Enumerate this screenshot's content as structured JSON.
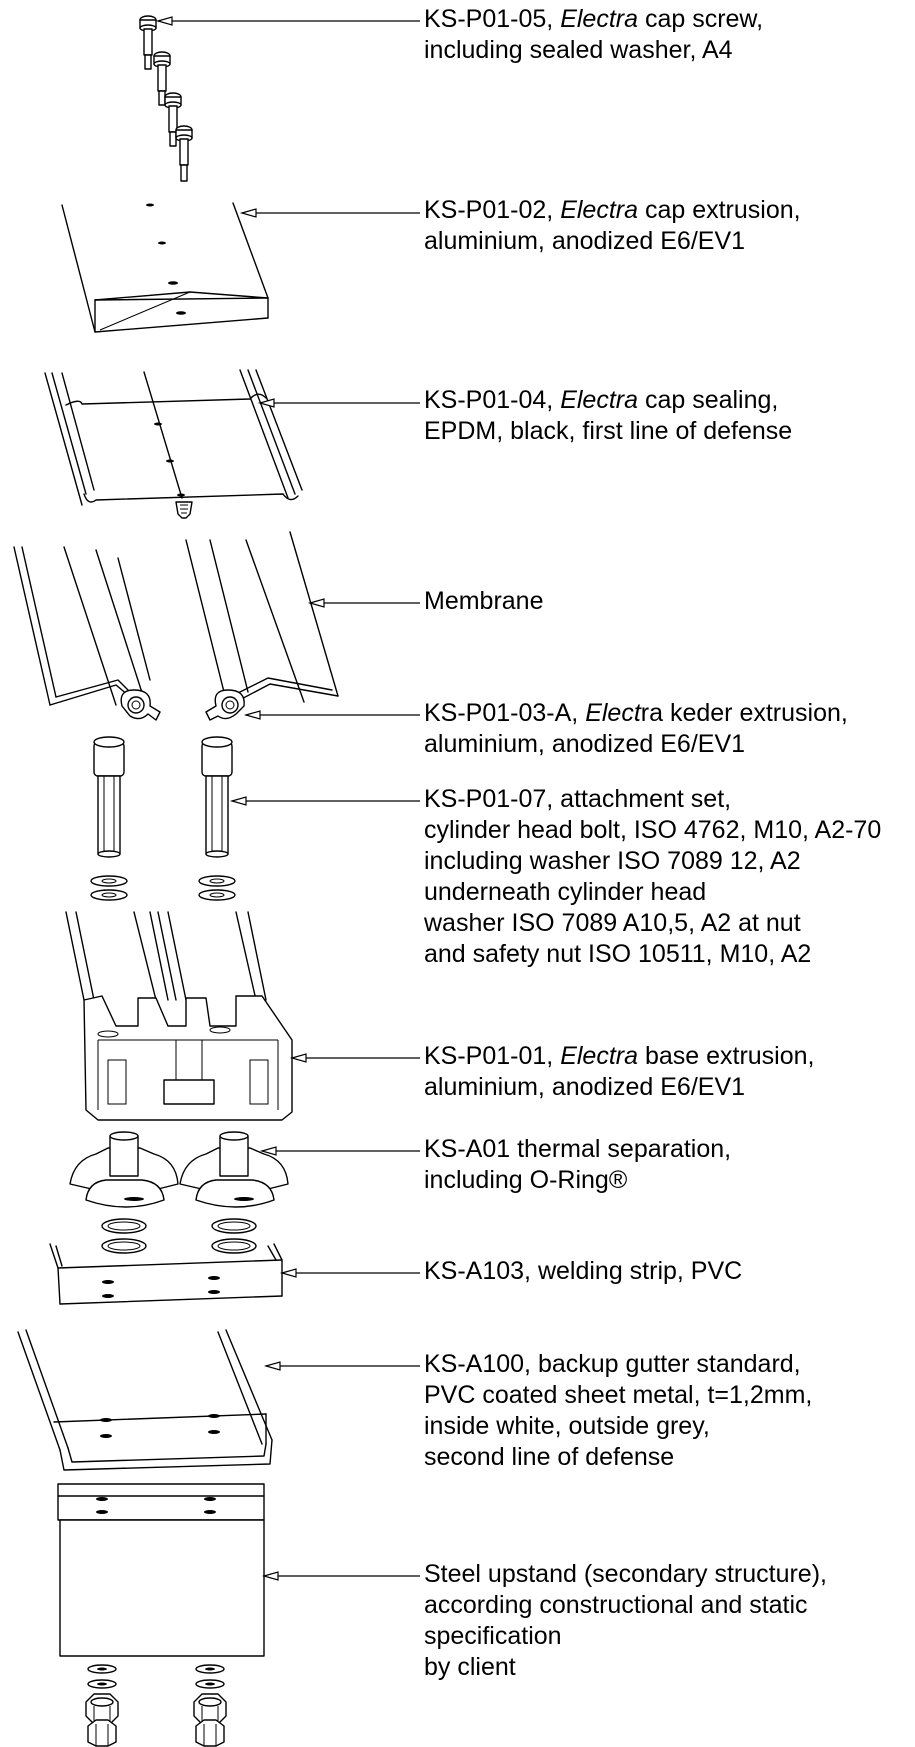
{
  "callouts": [
    {
      "id": "cap-screw",
      "pre": "KS-P01-05, ",
      "em": "Electra",
      "post": " cap screw,",
      "lines": [
        "including sealed washer, A4"
      ]
    },
    {
      "id": "cap-extrusion",
      "pre": "KS-P01-02, ",
      "em": "Electra",
      "post": " cap extrusion,",
      "lines": [
        "aluminium, anodized E6/EV1"
      ]
    },
    {
      "id": "cap-sealing",
      "pre": "KS-P01-04, ",
      "em": "Electra",
      "post": " cap sealing,",
      "lines": [
        "EPDM, black, first line of defense"
      ]
    },
    {
      "id": "membrane",
      "pre": "Membrane",
      "em": "",
      "post": "",
      "lines": []
    },
    {
      "id": "keder-extrusion",
      "pre": "KS-P01-03-A, ",
      "em": "Elect",
      "post": "ra keder extrusion,",
      "lines": [
        "aluminium, anodized E6/EV1"
      ]
    },
    {
      "id": "attachment-set",
      "pre": "KS-P01-07, attachment set,",
      "em": "",
      "post": "",
      "lines": [
        "cylinder head bolt, ISO 4762, M10, A2-70",
        "including washer ISO 7089 12, A2",
        "underneath cylinder head",
        "washer ISO 7089 A10,5, A2 at nut",
        "and safety nut ISO 10511, M10, A2"
      ]
    },
    {
      "id": "base-extrusion",
      "pre": "KS-P01-01, ",
      "em": "Electra",
      "post": " base extrusion,",
      "lines": [
        "aluminium, anodized E6/EV1"
      ]
    },
    {
      "id": "thermal-separation",
      "pre": "KS-A01 thermal separation,",
      "em": "",
      "post": "",
      "lines": [
        "including O-Ring®"
      ]
    },
    {
      "id": "welding-strip",
      "pre": "KS-A103, welding strip, PVC",
      "em": "",
      "post": "",
      "lines": []
    },
    {
      "id": "backup-gutter",
      "pre": "KS-A100, backup gutter standard,",
      "em": "",
      "post": "",
      "lines": [
        "PVC coated sheet metal, t=1,2mm,",
        "inside white, outside grey,",
        "second line of defense"
      ]
    },
    {
      "id": "steel-upstand",
      "pre": "Steel upstand (secondary structure),",
      "em": "",
      "post": "",
      "lines": [
        "according constructional and static",
        "specification",
        "by client"
      ]
    }
  ]
}
